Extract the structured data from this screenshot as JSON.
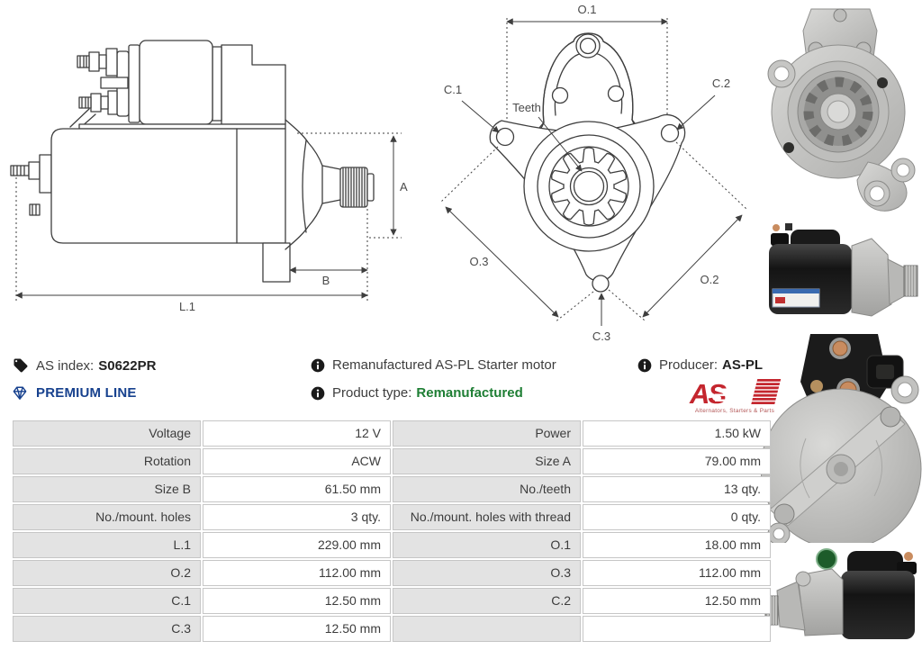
{
  "info": {
    "as_index_label": "AS index:",
    "as_index_value": "S0622PR",
    "premium_line": "PREMIUM LINE",
    "product_title": "Remanufactured AS-PL Starter motor",
    "product_type_label": "Product type:",
    "product_type_value": "Remanufactured",
    "producer_label": "Producer:",
    "producer_value": "AS-PL",
    "logo_text": "AS",
    "logo_tagline": "Alternators, Starters & Parts"
  },
  "drawing_labels": {
    "side": {
      "a": "A",
      "b": "B",
      "l1": "L.1"
    },
    "front": {
      "o1": "O.1",
      "o2": "O.2",
      "o3": "O.3",
      "c1": "C.1",
      "c2": "C.2",
      "c3": "C.3",
      "teeth": "Teeth"
    }
  },
  "colors": {
    "premium_blue": "#17418e",
    "type_green": "#1e7e34",
    "logo_red": "#c4262e",
    "table_label_bg": "#e3e3e3",
    "drawing_line": "#3e3e3e"
  },
  "table": {
    "rows": [
      {
        "l1": "Voltage",
        "v1": "12 V",
        "l2": "Power",
        "v2": "1.50 kW"
      },
      {
        "l1": "Rotation",
        "v1": "ACW",
        "l2": "Size A",
        "v2": "79.00 mm"
      },
      {
        "l1": "Size B",
        "v1": "61.50 mm",
        "l2": "No./teeth",
        "v2": "13 qty."
      },
      {
        "l1": "No./mount. holes",
        "v1": "3 qty.",
        "l2": "No./mount. holes with thread",
        "v2": "0 qty."
      },
      {
        "l1": "L.1",
        "v1": "229.00 mm",
        "l2": "O.1",
        "v2": "18.00 mm"
      },
      {
        "l1": "O.2",
        "v1": "112.00 mm",
        "l2": "O.3",
        "v2": "112.00 mm"
      },
      {
        "l1": "C.1",
        "v1": "12.50 mm",
        "l2": "C.2",
        "v2": "12.50 mm"
      },
      {
        "l1": "C.3",
        "v1": "12.50 mm",
        "l2": "",
        "v2": ""
      }
    ]
  }
}
